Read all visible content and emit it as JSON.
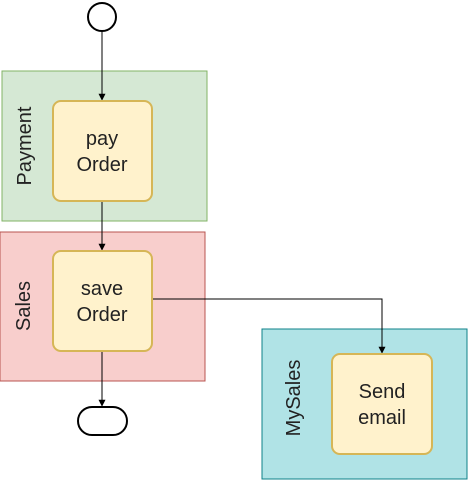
{
  "colors": {
    "payment_lane_fill": "#d5e8d4",
    "payment_lane_stroke": "#82b366",
    "sales_lane_fill": "#f8cecc",
    "sales_lane_stroke": "#b85450",
    "mysales_lane_fill": "#b0e3e6",
    "mysales_lane_stroke": "#0e8088",
    "task_fill": "#fff2cc",
    "task_stroke": "#d6b656",
    "line": "#000000"
  },
  "lanes": {
    "payment": {
      "label": "Payment"
    },
    "sales": {
      "label": "Sales"
    },
    "mysales": {
      "label": "MySales"
    }
  },
  "tasks": {
    "pay_order": {
      "line1": "pay",
      "line2": "Order"
    },
    "save_order": {
      "line1": "save",
      "line2": "Order"
    },
    "send_email": {
      "line1": "Send",
      "line2": "email"
    }
  }
}
